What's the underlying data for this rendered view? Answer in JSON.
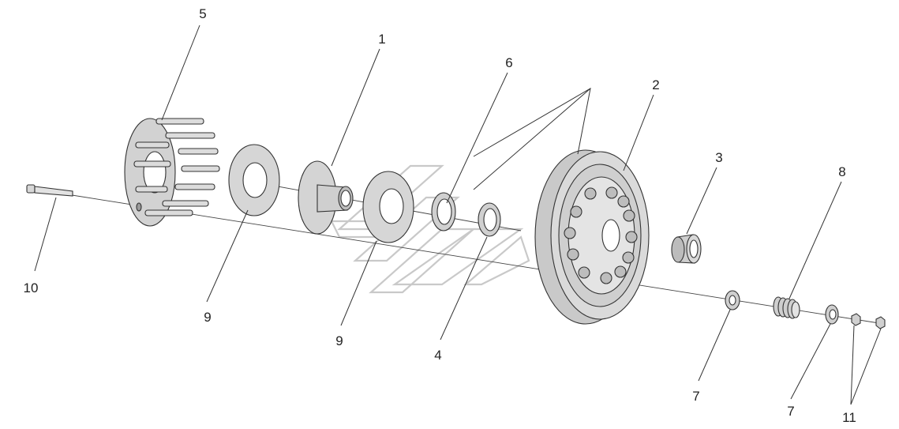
{
  "labels": {
    "part_1": "1",
    "part_2": "2",
    "part_3": "3",
    "part_4": "4",
    "part_5": "5",
    "part_6": "6",
    "part_7a": "7",
    "part_7b": "7",
    "part_8": "8",
    "part_9a": "9",
    "part_9b": "9",
    "part_10": "10",
    "part_11": "11"
  },
  "colors": {
    "part_fill": "#d7d7d7",
    "part_dark": "#9a9a9a",
    "line": "#333333",
    "watermark": "#c4c4c4"
  }
}
